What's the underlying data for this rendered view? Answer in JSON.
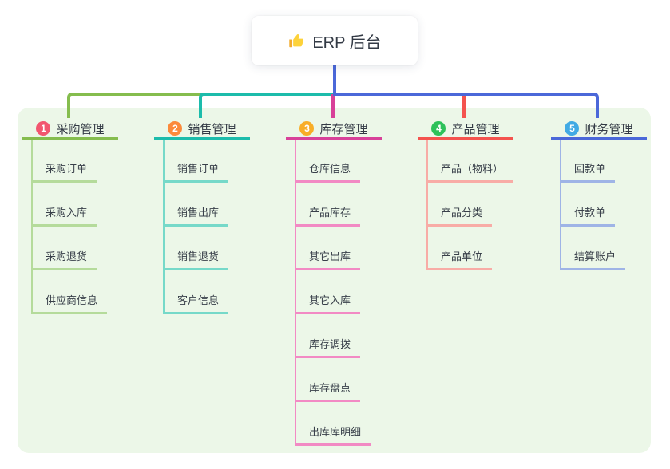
{
  "root": {
    "label": "ERP 后台",
    "icon": "thumbs-up-icon"
  },
  "panel_color": "#ecf7e8",
  "text_color": "#39404a",
  "connector_root_color": "#4b68d9",
  "branches": [
    {
      "index": "1",
      "label": "采购管理",
      "badge_color": "#f2566f",
      "line_color": "#85bd4e",
      "child_line_color": "#b5db9b",
      "children": [
        "采购订单",
        "采购入库",
        "采购退货",
        "供应商信息"
      ]
    },
    {
      "index": "2",
      "label": "销售管理",
      "badge_color": "#fb8a3b",
      "line_color": "#1cbcab",
      "child_line_color": "#76d9c9",
      "children": [
        "销售订单",
        "销售出库",
        "销售退货",
        "客户信息"
      ]
    },
    {
      "index": "3",
      "label": "库存管理",
      "badge_color": "#f8ad27",
      "line_color": "#d84199",
      "child_line_color": "#f28ac4",
      "children": [
        "仓库信息",
        "产品库存",
        "其它出库",
        "其它入库",
        "库存调拨",
        "库存盘点",
        "出库库明细"
      ]
    },
    {
      "index": "4",
      "label": "产品管理",
      "badge_color": "#2ec15a",
      "line_color": "#f4534e",
      "child_line_color": "#f8aca6",
      "children": [
        "产品（物料）",
        "产品分类",
        "产品单位"
      ]
    },
    {
      "index": "5",
      "label": "财务管理",
      "badge_color": "#41aae4",
      "line_color": "#4b68d9",
      "child_line_color": "#9fb4e6",
      "children": [
        "回款单",
        "付款单",
        "结算账户"
      ]
    }
  ]
}
